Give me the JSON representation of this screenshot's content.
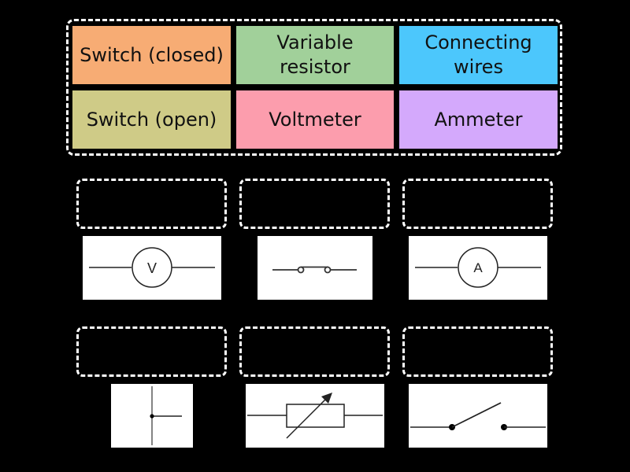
{
  "tiles": [
    {
      "label": "Switch (closed)",
      "color": "#F7AC74"
    },
    {
      "label": "Variable resistor",
      "color": "#A1D09A"
    },
    {
      "label": "Connecting wires",
      "color": "#4CC7FC"
    },
    {
      "label": "Switch (open)",
      "color": "#CFCB87"
    },
    {
      "label": "Voltmeter",
      "color": "#FC9DAD"
    },
    {
      "label": "Ammeter",
      "color": "#D4A9FC"
    }
  ],
  "symbols": [
    {
      "name": "voltmeter-symbol",
      "letter": "V"
    },
    {
      "name": "closed-switch-symbol"
    },
    {
      "name": "ammeter-symbol",
      "letter": "A"
    },
    {
      "name": "connecting-wires-junction-symbol"
    },
    {
      "name": "variable-resistor-symbol"
    },
    {
      "name": "open-switch-symbol"
    }
  ]
}
